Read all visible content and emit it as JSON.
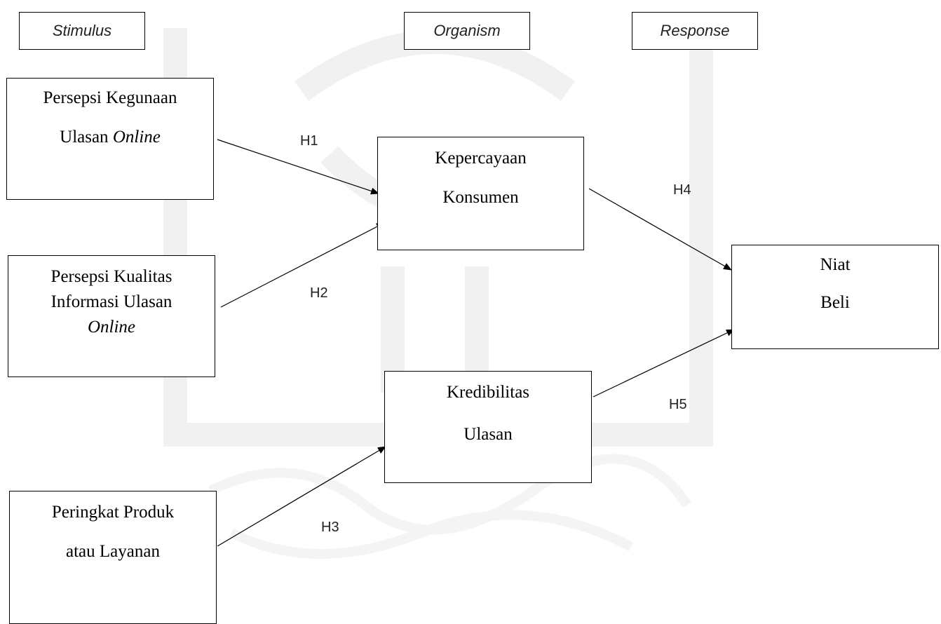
{
  "headers": {
    "stimulus": "Stimulus",
    "organism": "Organism",
    "response": "Response"
  },
  "nodes": {
    "persepsi_kegunaan": {
      "line1": "Persepsi Kegunaan",
      "line2_prefix": "Ulasan ",
      "line2_italic": "Online"
    },
    "persepsi_kualitas": {
      "line1": "Persepsi Kualitas",
      "line2": "Informasi Ulasan",
      "line3_italic": "Online"
    },
    "peringkat_produk": {
      "line1": "Peringkat Produk",
      "line2": "atau Layanan"
    },
    "kepercayaan": {
      "line1": "Kepercayaan",
      "line2": "Konsumen"
    },
    "kredibilitas": {
      "line1": "Kredibilitas",
      "line2": "Ulasan"
    },
    "niat_beli": {
      "line1": "Niat",
      "line2": "Beli"
    }
  },
  "hypotheses": [
    "H1",
    "H2",
    "H3",
    "H4",
    "H5"
  ]
}
